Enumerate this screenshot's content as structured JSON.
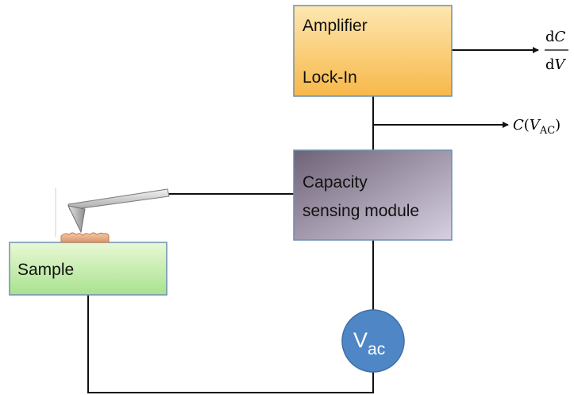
{
  "amplifier_box": {
    "line1": "Amplifier",
    "line2": "Lock-In",
    "color_top": "#fde7b0",
    "color_bottom": "#f7b84a"
  },
  "capacity_box": {
    "line1": "Capacity",
    "line2": "sensing module",
    "color_start": "#6f6276",
    "color_end": "#d6d0e2"
  },
  "sample_box": {
    "label": "Sample",
    "color_top": "#e9f8d6",
    "color_bottom": "#a8e28e"
  },
  "source": {
    "symbol": "V",
    "subscript": "ac",
    "color": "#4f87c6"
  },
  "outputs": {
    "derivative": {
      "num_d": "d",
      "num_var": "C",
      "den_d": "d",
      "den_var": "V"
    },
    "capacitance": {
      "func": "C",
      "open": "(",
      "var": "V",
      "sub": "AC",
      "close": ")"
    }
  },
  "colors": {
    "wire": "#111111",
    "box_border": "#6f8fb0",
    "tip": "#9a9a9a",
    "sample_surface": "#e8b78a"
  }
}
